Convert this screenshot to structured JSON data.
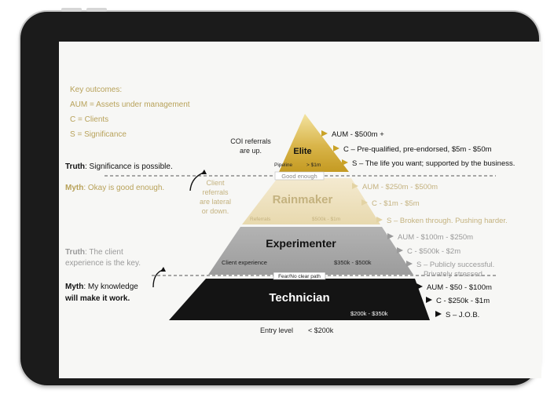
{
  "key_outcomes": {
    "heading": "Key outcomes:",
    "lines": [
      "AUM = Assets under management",
      "C = Clients",
      "S = Significance"
    ]
  },
  "left_notes": {
    "truth1": {
      "label": "Truth",
      "text": ": Significance is possible."
    },
    "myth1": {
      "label": "Myth",
      "text": ": Okay is good enough."
    },
    "truth2": {
      "label": "Truth",
      "text1": ": The client",
      "text2": "experience is the key."
    },
    "myth2": {
      "label": "Myth",
      "text1": ": My knowledge",
      "text2": "will make it work."
    }
  },
  "side_labels": {
    "coi": [
      "COI referrals",
      "are up."
    ],
    "client_referrals": [
      "Client",
      "referrals",
      "are lateral",
      "or down."
    ]
  },
  "levels": {
    "elite": {
      "name": "Elite",
      "sub_label": "Pipeline",
      "sub_value": "> $1m"
    },
    "divider1": "Good enough",
    "rainmaker": {
      "name": "Rainmaker",
      "sub_label": "Referrals",
      "sub_value": "$500k - $1m"
    },
    "experimenter": {
      "name": "Experimenter",
      "sub_label": "Client experience",
      "sub_value": "$350k - $500k"
    },
    "divider2": "Fear/No clear path",
    "technician": {
      "name": "Technician",
      "sub_value": "$200k - $350k"
    },
    "entry": {
      "label": "Entry level",
      "value": "< $200k"
    }
  },
  "outcomes": {
    "elite": [
      "AUM - $500m +",
      "C – Pre-qualified, pre-endorsed, $5m - $50m",
      "S – The life you want; supported by the business."
    ],
    "rainmaker": [
      "AUM - $250m - $500m",
      "C - $1m - $5m",
      "S – Broken through. Pushing harder."
    ],
    "experimenter": [
      "AUM - $100m - $250m",
      "C - $500k - $2m",
      "S – Publicly successful.",
      "Privately stressed."
    ],
    "technician": [
      "AUM - $50 - $100m",
      "C - $250k - $1m",
      "S – J.O.B."
    ]
  },
  "colors": {
    "gold": "#c9a227",
    "gold_text": "#b8a25a",
    "rainmaker_fill": "#eee1bd",
    "rainmaker_text": "#c4b27f",
    "experimenter_fill": "#a4a4a4",
    "technician_fill": "#141414",
    "grey_text": "#9a9a9a"
  }
}
